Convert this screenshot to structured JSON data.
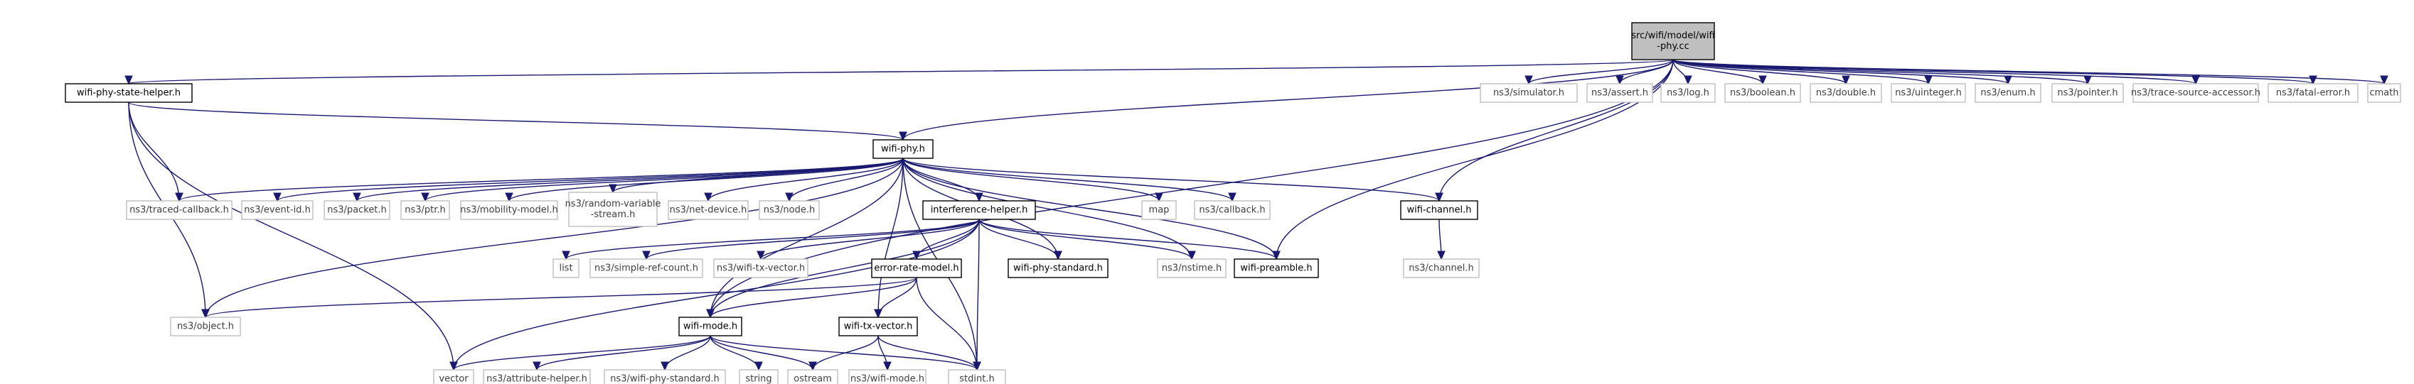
{
  "graph": {
    "colors": {
      "root_fill": "#bfbfbf",
      "documented_border": "#000000",
      "external_border": "#bfbfbf",
      "external_text": "#3f3f3f",
      "edge": "#191970"
    },
    "nodes": [
      {
        "id": "root",
        "lines": [
          "src/wifi/model/wifi",
          "-phy.cc"
        ],
        "kind": "root"
      },
      {
        "id": "psh",
        "lines": [
          "wifi-phy-state-helper.h"
        ],
        "kind": "doc"
      },
      {
        "id": "phy",
        "lines": [
          "wifi-phy.h"
        ],
        "kind": "doc"
      },
      {
        "id": "chan",
        "lines": [
          "wifi-channel.h"
        ],
        "kind": "doc"
      },
      {
        "id": "ih",
        "lines": [
          "interference-helper.h"
        ],
        "kind": "doc"
      },
      {
        "id": "erm",
        "lines": [
          "error-rate-model.h"
        ],
        "kind": "doc"
      },
      {
        "id": "wps",
        "lines": [
          "wifi-phy-standard.h"
        ],
        "kind": "doc"
      },
      {
        "id": "pre",
        "lines": [
          "wifi-preamble.h"
        ],
        "kind": "doc"
      },
      {
        "id": "mode",
        "lines": [
          "wifi-mode.h"
        ],
        "kind": "doc"
      },
      {
        "id": "txv",
        "lines": [
          "wifi-tx-vector.h"
        ],
        "kind": "doc"
      },
      {
        "id": "sim",
        "lines": [
          "ns3/simulator.h"
        ],
        "kind": "ext"
      },
      {
        "id": "assert",
        "lines": [
          "ns3/assert.h"
        ],
        "kind": "ext"
      },
      {
        "id": "log",
        "lines": [
          "ns3/log.h"
        ],
        "kind": "ext"
      },
      {
        "id": "bool",
        "lines": [
          "ns3/boolean.h"
        ],
        "kind": "ext"
      },
      {
        "id": "dbl",
        "lines": [
          "ns3/double.h"
        ],
        "kind": "ext"
      },
      {
        "id": "uint",
        "lines": [
          "ns3/uinteger.h"
        ],
        "kind": "ext"
      },
      {
        "id": "enum",
        "lines": [
          "ns3/enum.h"
        ],
        "kind": "ext"
      },
      {
        "id": "ptr",
        "lines": [
          "ns3/pointer.h"
        ],
        "kind": "ext"
      },
      {
        "id": "tsa",
        "lines": [
          "ns3/trace-source-accessor.h"
        ],
        "kind": "ext"
      },
      {
        "id": "fatal",
        "lines": [
          "ns3/fatal-error.h"
        ],
        "kind": "ext"
      },
      {
        "id": "cmath",
        "lines": [
          "cmath"
        ],
        "kind": "ext"
      },
      {
        "id": "tcb",
        "lines": [
          "ns3/traced-callback.h"
        ],
        "kind": "ext"
      },
      {
        "id": "eid",
        "lines": [
          "ns3/event-id.h"
        ],
        "kind": "ext"
      },
      {
        "id": "pkt",
        "lines": [
          "ns3/packet.h"
        ],
        "kind": "ext"
      },
      {
        "id": "nptr",
        "lines": [
          "ns3/ptr.h"
        ],
        "kind": "ext"
      },
      {
        "id": "mob",
        "lines": [
          "ns3/mobility-model.h"
        ],
        "kind": "ext"
      },
      {
        "id": "rvs",
        "lines": [
          "ns3/random-variable",
          "-stream.h"
        ],
        "kind": "ext"
      },
      {
        "id": "nd",
        "lines": [
          "ns3/net-device.h"
        ],
        "kind": "ext"
      },
      {
        "id": "node",
        "lines": [
          "ns3/node.h"
        ],
        "kind": "ext"
      },
      {
        "id": "map",
        "lines": [
          "map"
        ],
        "kind": "ext"
      },
      {
        "id": "cb",
        "lines": [
          "ns3/callback.h"
        ],
        "kind": "ext"
      },
      {
        "id": "ch3",
        "lines": [
          "ns3/channel.h"
        ],
        "kind": "ext"
      },
      {
        "id": "list",
        "lines": [
          "list"
        ],
        "kind": "ext"
      },
      {
        "id": "src",
        "lines": [
          "ns3/simple-ref-count.h"
        ],
        "kind": "ext"
      },
      {
        "id": "n3txv",
        "lines": [
          "ns3/wifi-tx-vector.h"
        ],
        "kind": "ext"
      },
      {
        "id": "nst",
        "lines": [
          "ns3/nstime.h"
        ],
        "kind": "ext"
      },
      {
        "id": "obj",
        "lines": [
          "ns3/object.h"
        ],
        "kind": "ext"
      },
      {
        "id": "vec",
        "lines": [
          "vector"
        ],
        "kind": "ext"
      },
      {
        "id": "ah",
        "lines": [
          "ns3/attribute-helper.h"
        ],
        "kind": "ext"
      },
      {
        "id": "n3wps",
        "lines": [
          "ns3/wifi-phy-standard.h"
        ],
        "kind": "ext"
      },
      {
        "id": "str",
        "lines": [
          "string"
        ],
        "kind": "ext"
      },
      {
        "id": "ost",
        "lines": [
          "ostream"
        ],
        "kind": "ext"
      },
      {
        "id": "n3mode",
        "lines": [
          "ns3/wifi-mode.h"
        ],
        "kind": "ext"
      },
      {
        "id": "stdint",
        "lines": [
          "stdint.h"
        ],
        "kind": "ext"
      }
    ],
    "edges": [
      [
        "root",
        "psh"
      ],
      [
        "root",
        "phy"
      ],
      [
        "root",
        "chan"
      ],
      [
        "root",
        "pre"
      ],
      [
        "root",
        "mode"
      ],
      [
        "root",
        "sim"
      ],
      [
        "root",
        "assert"
      ],
      [
        "root",
        "log"
      ],
      [
        "root",
        "bool"
      ],
      [
        "root",
        "dbl"
      ],
      [
        "root",
        "uint"
      ],
      [
        "root",
        "enum"
      ],
      [
        "root",
        "ptr"
      ],
      [
        "root",
        "tsa"
      ],
      [
        "root",
        "fatal"
      ],
      [
        "root",
        "cmath"
      ],
      [
        "psh",
        "phy"
      ],
      [
        "psh",
        "tcb"
      ],
      [
        "psh",
        "obj"
      ],
      [
        "psh",
        "vec"
      ],
      [
        "phy",
        "tcb"
      ],
      [
        "phy",
        "eid"
      ],
      [
        "phy",
        "pkt"
      ],
      [
        "phy",
        "nptr"
      ],
      [
        "phy",
        "mob"
      ],
      [
        "phy",
        "rvs"
      ],
      [
        "phy",
        "nd"
      ],
      [
        "phy",
        "node"
      ],
      [
        "phy",
        "map"
      ],
      [
        "phy",
        "cb"
      ],
      [
        "phy",
        "chan"
      ],
      [
        "phy",
        "ih"
      ],
      [
        "phy",
        "wps"
      ],
      [
        "phy",
        "pre"
      ],
      [
        "phy",
        "nst"
      ],
      [
        "phy",
        "txv"
      ],
      [
        "phy",
        "obj"
      ],
      [
        "phy",
        "mode"
      ],
      [
        "phy",
        "stdint"
      ],
      [
        "chan",
        "ch3"
      ],
      [
        "ih",
        "list"
      ],
      [
        "ih",
        "src"
      ],
      [
        "ih",
        "n3txv"
      ],
      [
        "ih",
        "erm"
      ],
      [
        "ih",
        "wps"
      ],
      [
        "ih",
        "nst"
      ],
      [
        "ih",
        "pre"
      ],
      [
        "ih",
        "mode"
      ],
      [
        "ih",
        "vec"
      ],
      [
        "ih",
        "stdint"
      ],
      [
        "erm",
        "obj"
      ],
      [
        "erm",
        "mode"
      ],
      [
        "erm",
        "txv"
      ],
      [
        "erm",
        "stdint"
      ],
      [
        "txv",
        "ost"
      ],
      [
        "txv",
        "n3mode"
      ],
      [
        "txv",
        "stdint"
      ],
      [
        "mode",
        "vec"
      ],
      [
        "mode",
        "ah"
      ],
      [
        "mode",
        "n3wps"
      ],
      [
        "mode",
        "str"
      ],
      [
        "mode",
        "ost"
      ],
      [
        "mode",
        "stdint"
      ]
    ]
  }
}
